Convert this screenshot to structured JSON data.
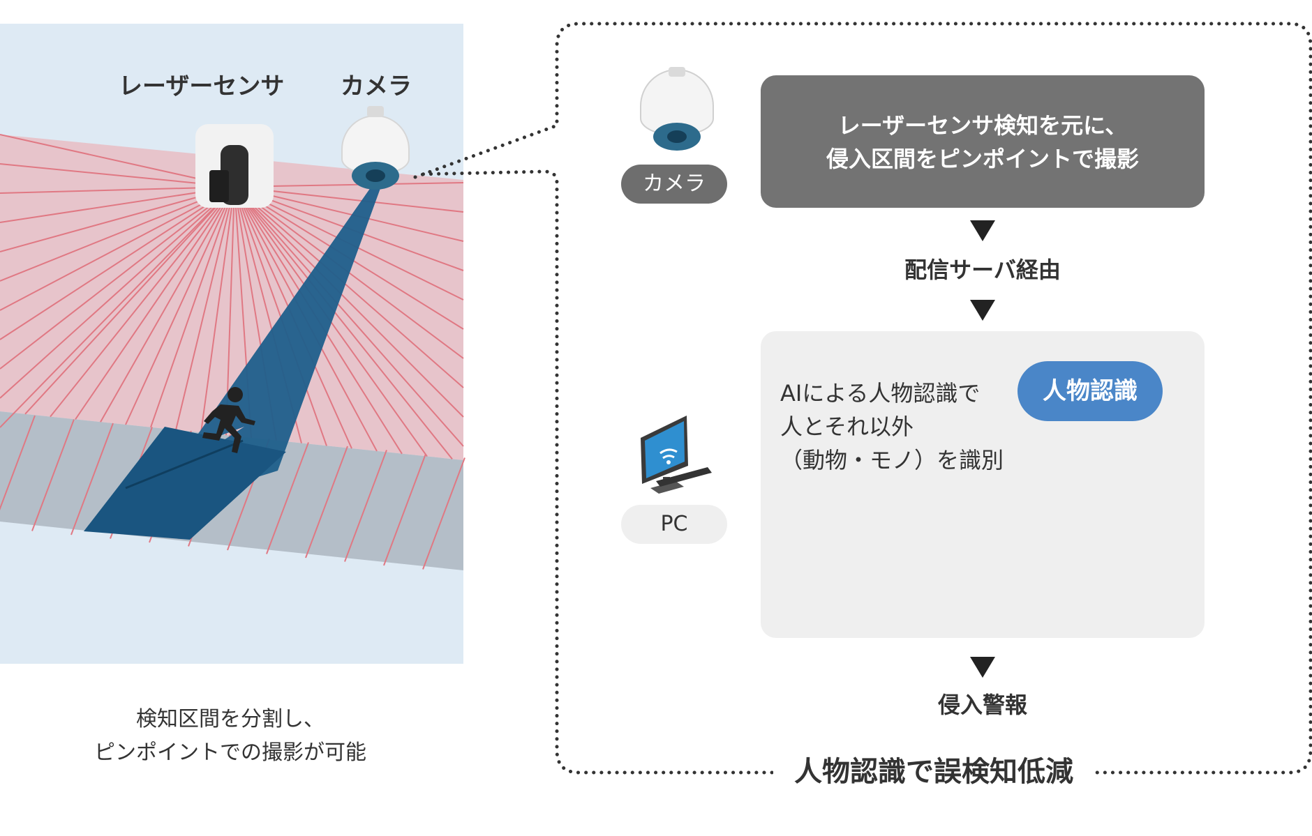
{
  "scene": {
    "laser_label": "レーザーセンサ",
    "camera_label": "カメラ",
    "caption_line1": "検知区間を分割し、",
    "caption_line2": "ピンポイントでの撮影が可能"
  },
  "flow": {
    "camera_pill": "カメラ",
    "step1_line1": "レーザーセンサ検知を元に、",
    "step1_line2": "侵入区間をピンポイントで撮影",
    "step2": "配信サーバ経由",
    "pc_pill": "PC",
    "ai_line1": "AIによる人物認識で",
    "ai_line2": "人とそれ以外",
    "ai_line3": "（動物・モノ）を識別",
    "ai_badge": "人物認識",
    "step3": "侵入警報",
    "summary": "人物認識で誤検知低減"
  },
  "colors": {
    "laser_zone": "#e7c4cb",
    "laser_line": "#e07883",
    "camera_beam": "#1f5f8b",
    "background_panel": "#deeaf4",
    "floor": "#b4bec8",
    "badge_blue": "#4a86c8",
    "reject_red": "#b5303b"
  }
}
